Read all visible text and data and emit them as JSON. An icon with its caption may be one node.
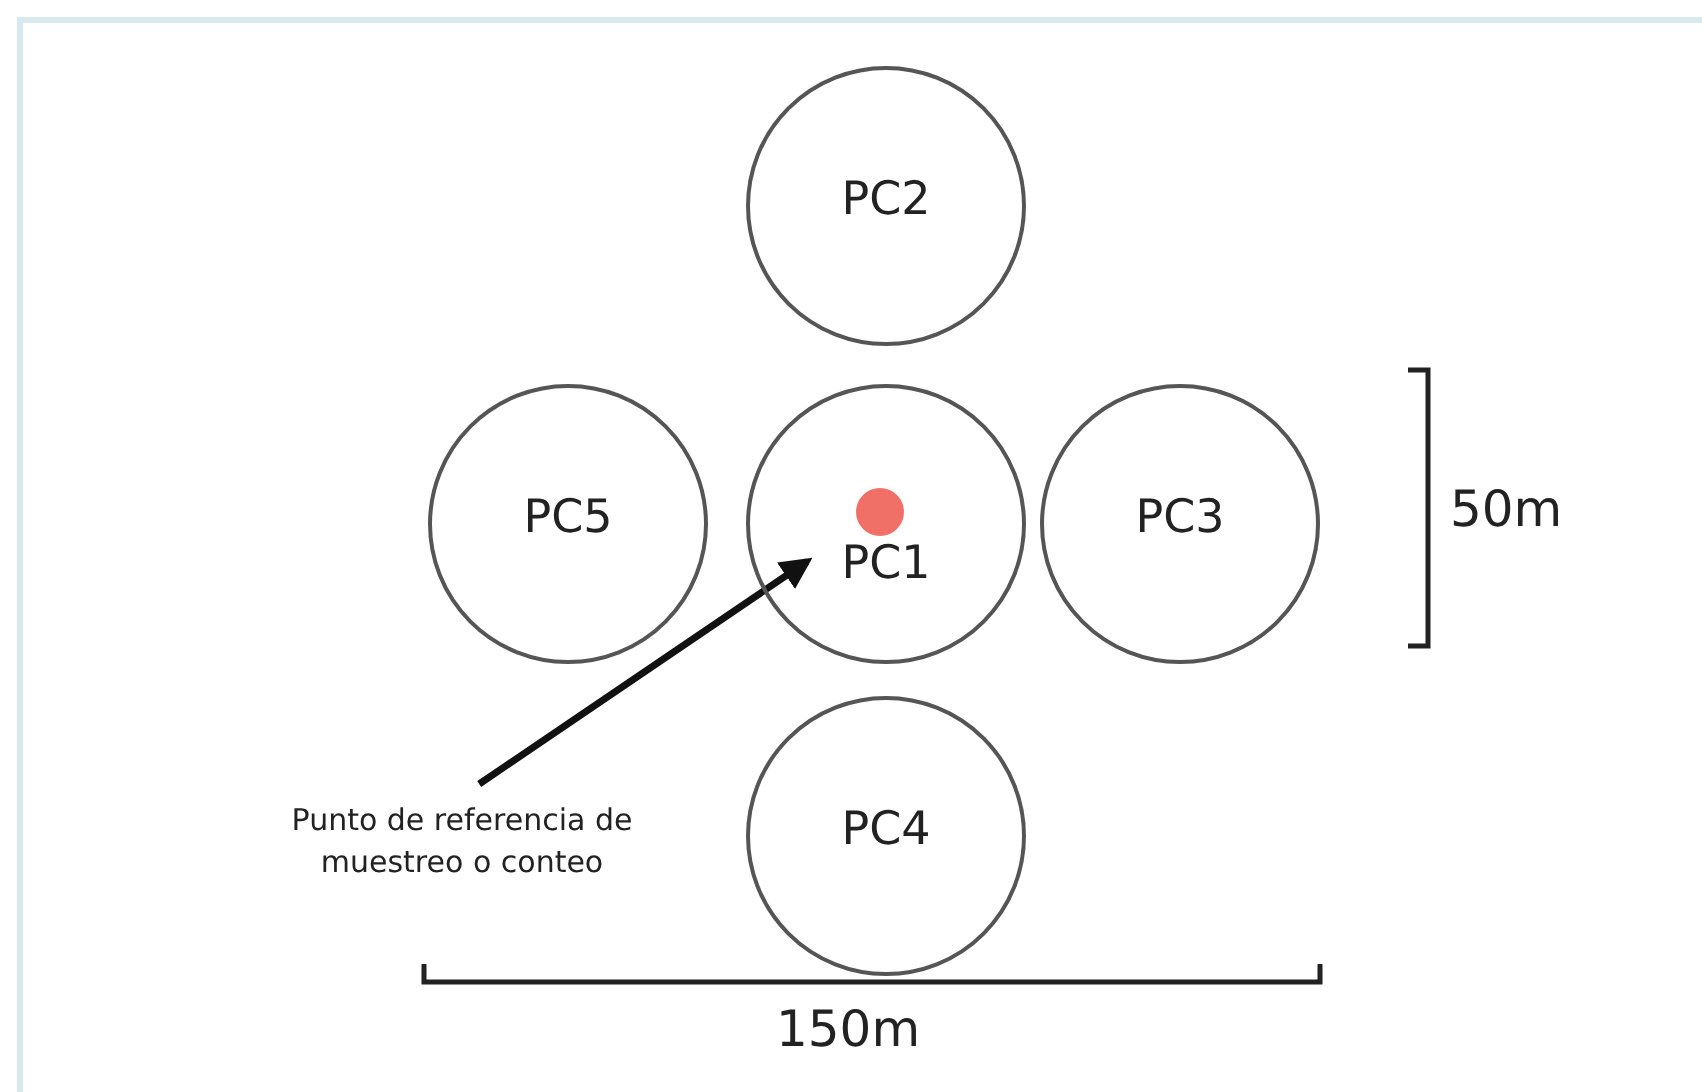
{
  "diagram": {
    "nodes": [
      {
        "text": [
          "PC2"
        ]
      },
      {
        "text": [
          "PC5"
        ]
      },
      {
        "text": [
          "PC1"
        ]
      },
      {
        "text": [],
        "shape": "circle",
        "in": 2
      },
      {
        "text": [
          "PC3"
        ]
      },
      {
        "text": [
          "PC4"
        ]
      },
      {
        "text": [
          "Punto de referencia de muestreo o conteo"
        ]
      }
    ],
    "edges": [
      {
        "from": 6,
        "to": 3,
        "arrow": "to"
      }
    ],
    "labels": [
      "50m",
      "150m"
    ]
  }
}
